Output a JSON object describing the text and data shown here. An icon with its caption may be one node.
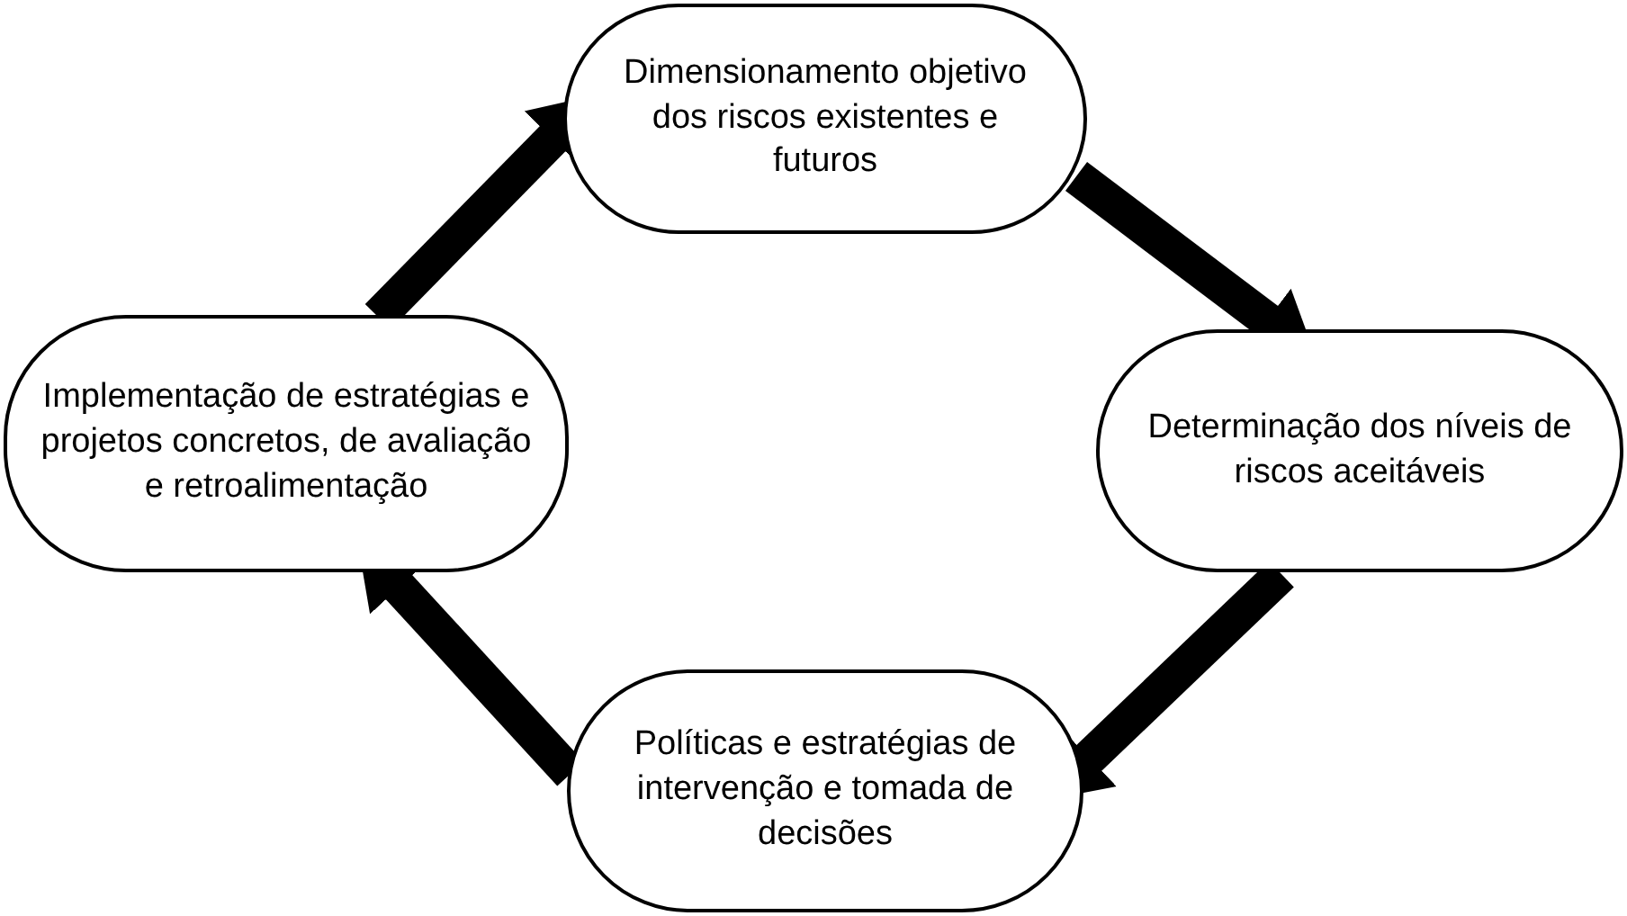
{
  "diagram": {
    "nodes": [
      {
        "text": [
          "Dimensionamento objetivo dos riscos existentes e futuros"
        ]
      },
      {
        "text": [
          "Determinação dos níveis de riscos aceitáveis"
        ]
      },
      {
        "text": [
          "Políticas e estratégias de intervenção e tomada de decisões"
        ]
      },
      {
        "text": [
          "Implementação de estratégias e projetos concretos, de avaliação e retroalimentação"
        ]
      }
    ],
    "edges": [
      {
        "from": 0,
        "to": 1,
        "arrow": "to"
      },
      {
        "from": 1,
        "to": 2,
        "arrow": "to"
      },
      {
        "from": 2,
        "to": 3,
        "arrow": "to"
      },
      {
        "from": 3,
        "to": 0,
        "arrow": "to"
      }
    ]
  }
}
